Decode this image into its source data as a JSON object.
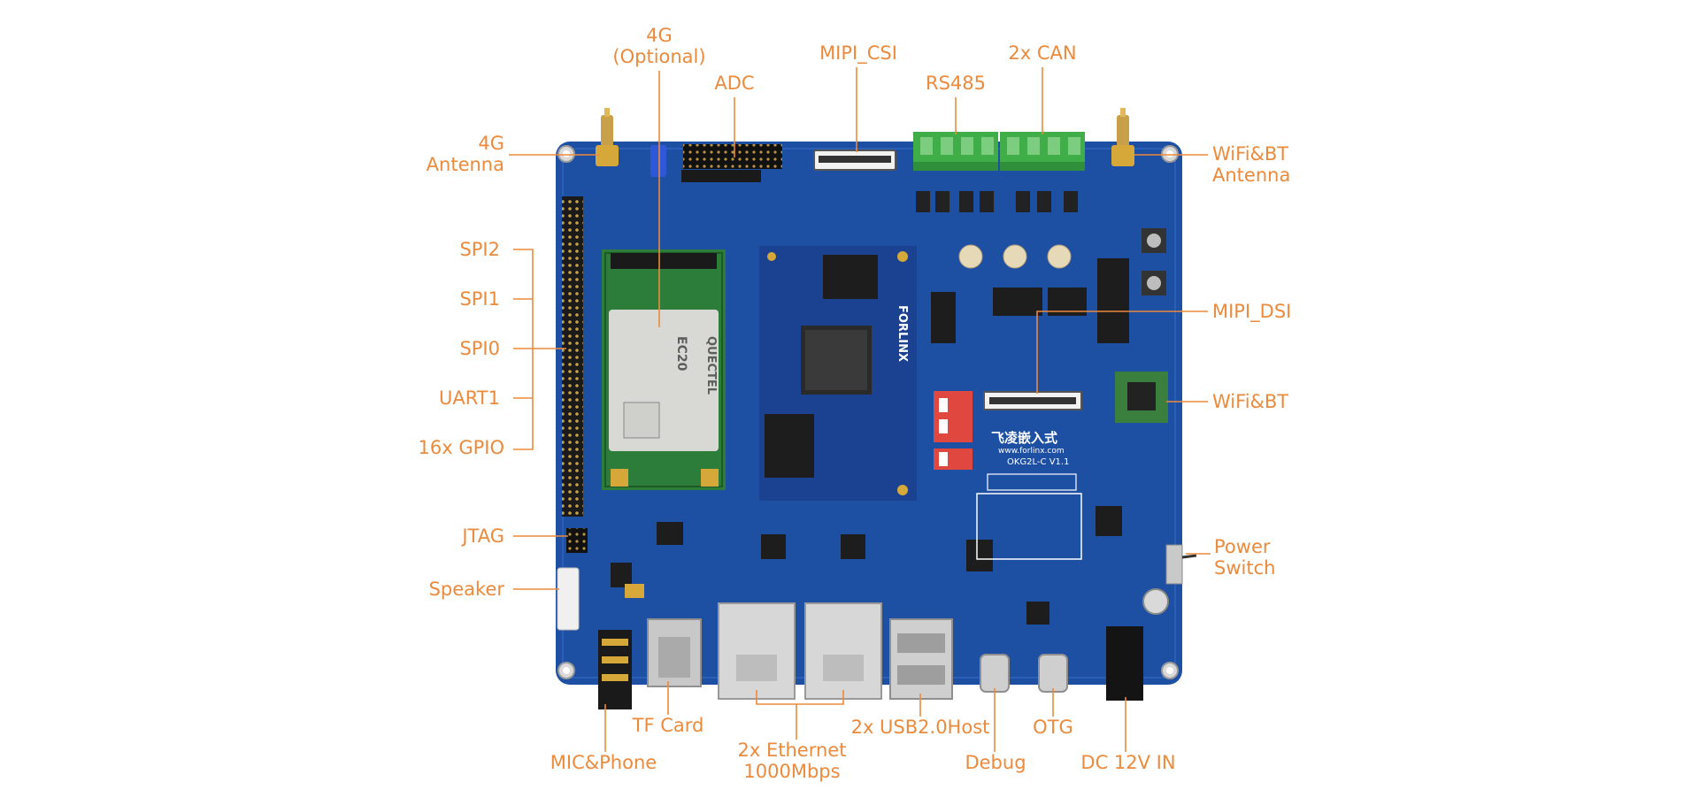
{
  "colors": {
    "label": "#ec8a3c",
    "leader": "#ec8a3c",
    "pcb": "#1d4fa3",
    "pcb_dark": "#153c80",
    "silkscreen": "#ffffff",
    "terminal_green": "#3fae49",
    "gold": "#d6a83a",
    "module_green": "#2d7d3a"
  },
  "board": {
    "silk_brand": "飞凌嵌入式",
    "silk_url": "www.forlinx.com",
    "silk_model": "OKG2L-C V1.1",
    "som_brand": "FORLINX",
    "modem_brand": "QUECTEL",
    "modem_model": "EC20"
  },
  "labels": {
    "antenna_4g": [
      "4G",
      "Antenna"
    ],
    "opt_4g": [
      "4G",
      "(Optional)"
    ],
    "adc": [
      "ADC"
    ],
    "mipi_csi": [
      "MIPI_CSI"
    ],
    "rs485": [
      "RS485"
    ],
    "can": [
      "2x CAN"
    ],
    "wifi_antenna": [
      "WiFi&BT",
      "Antenna"
    ],
    "spi2": [
      "SPI2"
    ],
    "spi1": [
      "SPI1"
    ],
    "spi0": [
      "SPI0"
    ],
    "uart1": [
      "UART1"
    ],
    "gpio": [
      "16x GPIO"
    ],
    "mipi_dsi": [
      "MIPI_DSI"
    ],
    "wifi_bt": [
      "WiFi&BT"
    ],
    "jtag": [
      "JTAG"
    ],
    "speaker": [
      "Speaker"
    ],
    "power_switch": [
      "Power",
      "Switch"
    ],
    "tf_card": [
      "TF Card"
    ],
    "usb_host": [
      "2x USB2.0Host"
    ],
    "otg": [
      "OTG"
    ],
    "mic_phone": [
      "MIC&Phone"
    ],
    "ethernet": [
      "2x Ethernet",
      "1000Mbps"
    ],
    "debug": [
      "Debug"
    ],
    "dc_in": [
      "DC 12V IN"
    ]
  }
}
